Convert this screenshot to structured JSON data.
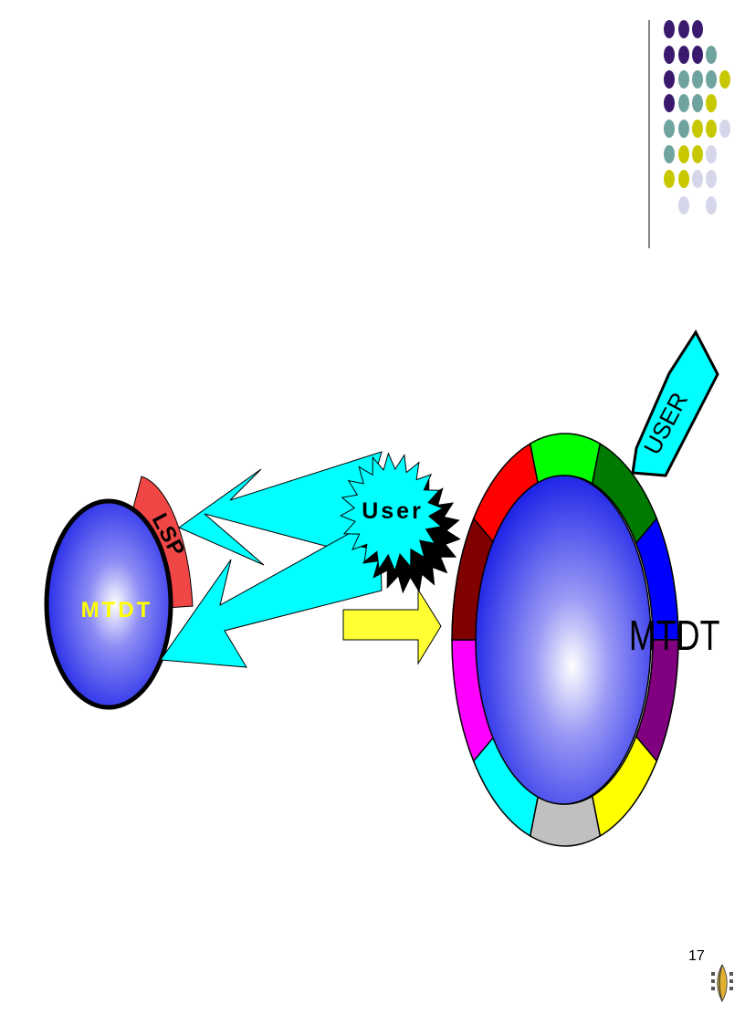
{
  "slide": {
    "page_number": "17",
    "colors": {
      "dots": [
        "#3a1a6e",
        "#6fa3a0",
        "#c8c800",
        "#d6d6ea"
      ],
      "small_sphere": "#1a20e6",
      "lsp_band": "#f04646",
      "arrows": "#00ffff",
      "right_arrow": "#ffff33",
      "big_ring_segments": [
        "#ff0000",
        "#00ff00",
        "#007a00",
        "#0000ff",
        "#800080",
        "#ffff00",
        "#c0c0c0",
        "#00ffff",
        "#ff00ff",
        "#800000"
      ]
    }
  },
  "diagram": {
    "small_node": {
      "label": "MTDT",
      "band_label": "LSP",
      "label_color": "#ffff00"
    },
    "user_starburst": {
      "label": "User"
    },
    "big_node": {
      "label": "MTDT"
    },
    "user_arrow": {
      "label": "USER"
    },
    "icons": {
      "decoration": "dot-grid-icon",
      "navigation": "slide-nav-icon"
    }
  }
}
